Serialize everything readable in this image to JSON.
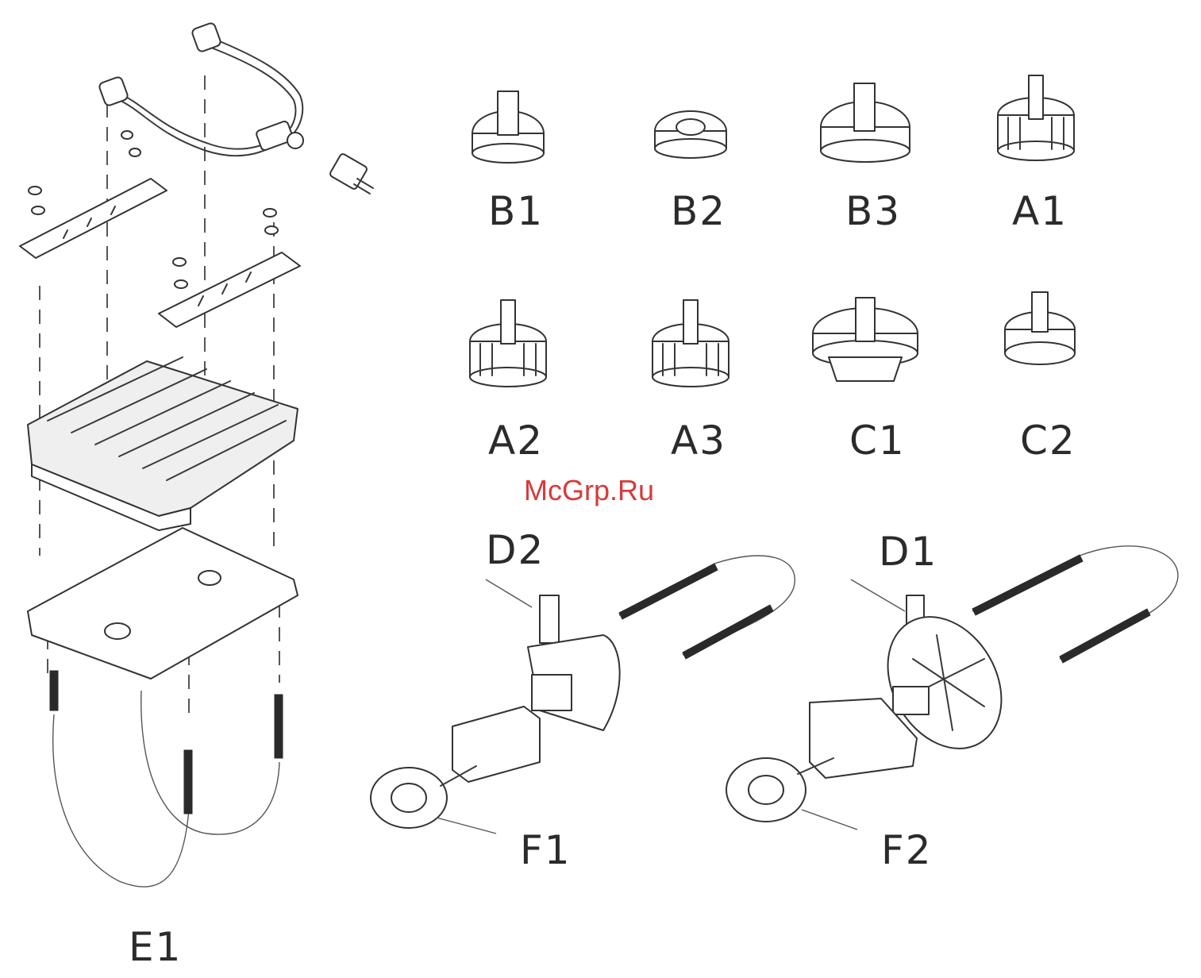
{
  "labels": {
    "b1": "B1",
    "b2": "B2",
    "b3": "B3",
    "a1": "A1",
    "a2": "A2",
    "a3": "A3",
    "c1": "C1",
    "c2": "C2",
    "d2": "D2",
    "d1": "D1",
    "e1": "E1",
    "f1": "F1",
    "f2": "F2"
  },
  "watermark": "McGrp.Ru"
}
